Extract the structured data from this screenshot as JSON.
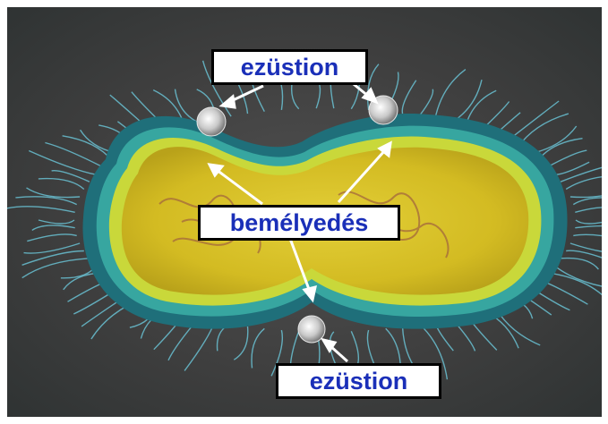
{
  "image": {
    "subject": "dividing bacterial cell with silver ions at the constriction points",
    "colors": {
      "background": "#444444",
      "outer_wall": "#1f6f7a",
      "middle_layer": "#37a6a0",
      "inner_layer": "#c9d83a",
      "cytoplasm": "#d9c52a",
      "flagella": "#6fd2e6",
      "silver_ion": "#cfcfcf",
      "label_text": "#1a2fb8",
      "label_border": "#000000"
    }
  },
  "labels": {
    "top_ion": "ezüstion",
    "indentation": "bemélyedés",
    "bottom_ion": "ezüstion"
  }
}
